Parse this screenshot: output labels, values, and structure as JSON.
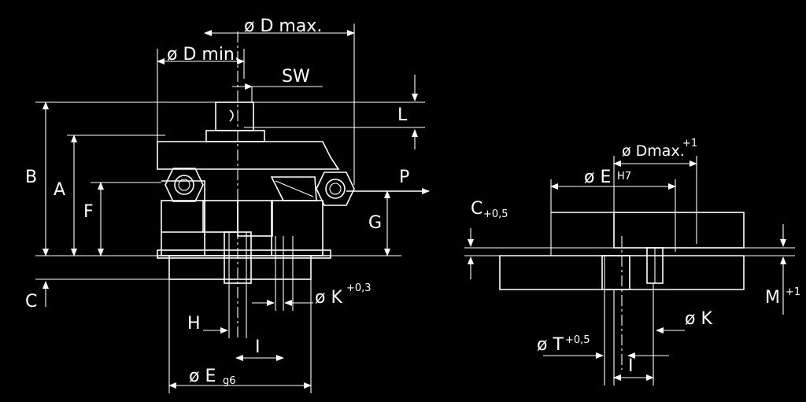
{
  "diagram": {
    "left": {
      "d_max": "ø D max.",
      "d_min": "ø D min.",
      "sw": "SW",
      "l": "L",
      "b": "B",
      "a": "A",
      "f": "F",
      "g": "G",
      "p": "P",
      "c": "C",
      "k": "ø K",
      "k_tol": "+0,3",
      "h": "H",
      "i": "I",
      "e": "ø E",
      "e_tol": "g6"
    },
    "right": {
      "d_max": "ø Dmax.",
      "d_max_tol": "+1",
      "e": "ø E",
      "e_tol": "H7",
      "c": "C",
      "c_tol": "+0,5",
      "m": "M",
      "m_tol": "+1",
      "k": "ø K",
      "t": "ø T",
      "t_tol": "+0,5",
      "i": "I"
    }
  }
}
